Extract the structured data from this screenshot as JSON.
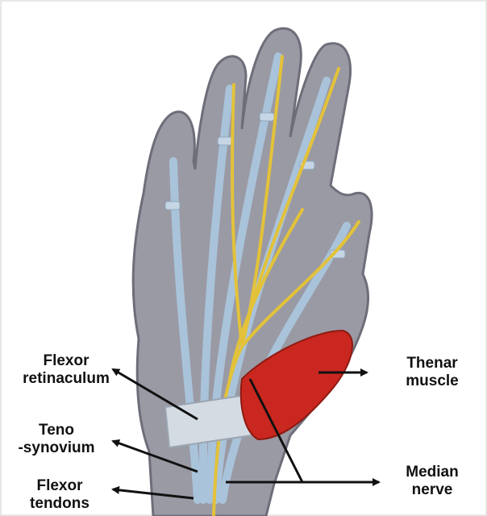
{
  "labels": {
    "flexor_retinaculum": [
      "Flexor",
      "retinaculum"
    ],
    "teno_synovium": [
      "Teno",
      "-synovium"
    ],
    "flexor_tendons": [
      "Flexor",
      "tendons"
    ],
    "thenar_muscle": [
      "Thenar",
      "muscle"
    ],
    "median_nerve": [
      "Median",
      "nerve"
    ]
  },
  "colors": {
    "hand_skin": "#9a9aa4",
    "hand_shadow": "#6e6e7a",
    "tendon": "#a9c3da",
    "nerve": "#e3c23a",
    "thenar_muscle": "#c9271f",
    "retinaculum": "#d4dbe3",
    "arrow": "#111111"
  }
}
